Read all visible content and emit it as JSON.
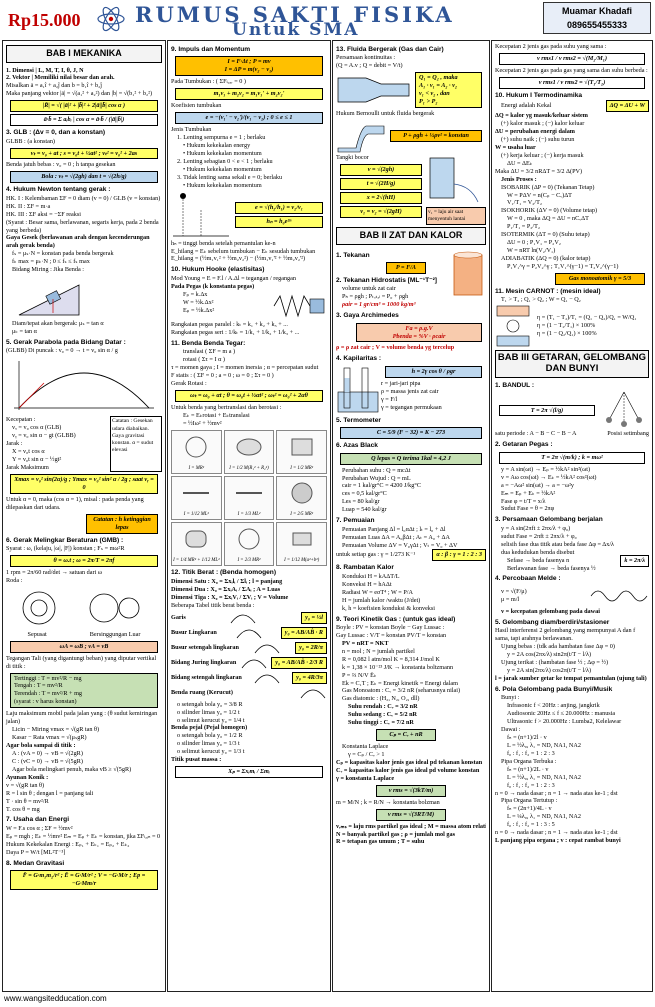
{
  "header": {
    "price": "Rp15.000",
    "title_line1": "RUMUS SAKTI FISIKA",
    "title_line2": "Untuk SMA",
    "author_name": "Muamar Khadafi",
    "author_phone": "089655455333"
  },
  "footer": {
    "website": "www.wangsitedducation.com"
  },
  "col1": {
    "chapter": "BAB I MEKANIKA",
    "lines": [
      "1. Dimensi | L, M, T, I, θ, J, N",
      "2. Vektor | Memiliki nilai besar dan arah.",
      "Misalkan  ā = a₁î + a₂ĵ  dan  b̄ = b₁î + b₂ĵ",
      "Maka panjang vektor |ā| = √(a₁² + a₂²)  dan  |b̄| = √(b₁² + b₂²)"
    ],
    "resultant": "|R̄| = √( |ā|² + |b̄|² + 2|ā||b̄| cos α )",
    "dot_product": "ā·b̄ = Σ aᵢbᵢ  |  cos α = ā·b̄ / (|ā||b̄|)",
    "glb_title": "3. GLB : (Δv = 0, dan a konstan)",
    "glbb_title": "GLBB : (a konstan)",
    "glbb_box": "vₜ = v₀ + at   ;   s = v₀t + ½at²   ;   vₜ² = v₀² + 2as",
    "free_fall": "Benda jatuh bebas :  v₀ = 0   ;   h   tanpa gesekan",
    "free_fall_box": "Bola : vₜ = √(2gh)  dan  t = √(2h/g)",
    "newton_title": "4. Hukum Newton tentang gerak :",
    "newton": [
      "HK. I : Kelembaman   ΣF = 0   diam (v = 0) / GLB (v = konstan)",
      "HK. II :  ΣF = m·a",
      "HK. III : ΣF aksi = −ΣF reaksi",
      "(Syarat : Besar sama, berlawanan, segaris kerja, pada 2 benda yang berbeda)"
    ],
    "friction_title": "Gaya Gesek (berlawanan arah dengan kecenderungan arah gerak benda)",
    "friction": [
      "fₛ = μₛ·N = konstan pada benda bergerak",
      "fₖ max = μₖ·N ;  0 ≤ fₛ ≤ fₛ max",
      "Bidang Miring :   Jika Benda :",
      "Diam/tepat akan bergerak: μₛ = tan α",
      "μₖ = tan α"
    ],
    "parabola_title": "5. Gerak Parabola pada Bidang Datar :",
    "parabola_intro": "(GLBB)   Di puncak :  v₀ = 0  →  t = v₀ sin α / g",
    "parabola_notes": [
      "Kecepatan :",
      "vₓ = v₀ cos α (GLB)",
      "vᵧ = v₀ sin α − gt  (GLBB)",
      "Jarak :",
      "X = v₀t cos α",
      "Y = v₀t sin α − ½gt²",
      "Jarak Maksimum"
    ],
    "catatan": "Catatan : Gesekan udara diabaikan. Gaya gravitasi konstan. α = sudut elevasi",
    "xmax_box": "Xmax = v₀² sin(2α)/g  ;  Ymax = v₀² sin² α / 2g  ;  saat vᵧ = 0",
    "parabola_extra": "Untuk α = 0, maka (cos α = 1), misal : pada penda yang dilepaskan dari udara.",
    "catatan2": "Catatan : h ketinggian lepas",
    "circular_title": "6. Gerak Melingkar Beraturan (GMB) :",
    "circular": "Syarat : ω, (kelaju, |ω|, |F|) konstan ;  Fₛ = mω²R",
    "circular_box": "θ = ω.t  ;  ω = 2π/T = 2πf",
    "rpm": "1 rpm = 2π/60 rad/det  →  satuan dari ω",
    "roda": "Roda :",
    "roda_labels": [
      "Sepusat",
      "Bersinggungan Luar"
    ],
    "roda_box": "ωA = ωB  ;  vA = vB",
    "tali_title": "Tegangan Tali (yang digantungi beban) yang diputar vertikal di titik :",
    "tali": [
      "Tertinggi : T = mv²/R − mg",
      "Tengah : T = mv²/R",
      "Terendah : T = mv²/R + mg",
      "(syarat : v harus konstan)"
    ],
    "jalan_title": "Laju maksimum mobil pada jalan yang : (θ sudut kemiringan jalan)",
    "jalan": [
      "Licin − Miring   vmax = √(gR tan θ)",
      "Kasar − Rata    vmax = √(μₛgR)"
    ],
    "bola_title": "Agar bola sampai di titik :",
    "bola": [
      "A : (vA = 0)  →  vB = √(2gR)",
      "C : (vC = 0)  →  vB = √(5gR)",
      "Agar bola melingkari penuh, maka vB ≥ √(5gR)"
    ],
    "ayunan_title": "Ayunan Konik :",
    "ayunan": [
      "v = √(gR tan θ)",
      "R = l sin θ ;  dengan l = panjang tali",
      "T · sin θ = mv²/R",
      "T. cos θ = mg"
    ],
    "usaha_title": "7. Usaha dan Energi",
    "usaha": [
      "W = F.s cos α ;   ΣF = ½mv²",
      "Eₚ = mgh ;  Eₖ = ½mv²   Eₘ = Eₚ + Eₖ = konstan, jika ΣFₗₐᵢₙ = 0",
      "Hukum Kekekalan Energi :  Eₚ₁ + Eₖ₁ = Eₚ₂ + Eₖ₂",
      "Daya  P = W/t   [ML²T⁻³]"
    ],
    "gravitasi_title": "8. Medan Gravitasi",
    "gravitasi_box": "F̄ = G·m₁m₂/r²   ;   Ē = G·M/r²   ;   V = −G·M/r   ;   Ep = −G·Mm/r"
  },
  "col2": {
    "impuls_title": "9. Impuls dan Momentum",
    "impuls_box": "I = F·Δt   ;   P = mv\nI = ΔP = m(v₂ − v₁)",
    "tumbukan": "Pada Tumbukan : ( ΣFₗᵤₐᵣ = 0 )",
    "tumbukan_box": "m₁v₁ + m₂v₂ = m₁v₁' + m₂v₂'",
    "koef": "Koefisien tumbukan",
    "koef_box": "e = −(v₁' − v₂')/(v₁ − v₂)  ;  0 ≤ e ≤ 1",
    "jenis": [
      "Jenis Tumbukan",
      "1. Lenting sempurna   e = 1 ;  berlaku",
      "• Hukum kekekalan energy",
      "• Hukum kekekalan momentum",
      "2. Lenting sebagian   0 < e < 1 ; berlaku",
      "• Hukum kekekalan momentum",
      "3. Tidak lenting sama sekali e = 0; berlaku",
      "• Hukum kekekalan momentum"
    ],
    "pantul_box": "e = √(h₂/h₁) = v₂/v₁",
    "pantul_box2": "hₙ = h₀e²ⁿ",
    "pantul_note": "hₙ = tinggi benda setelah pemantulan ke-n",
    "energi_lost": [
      "E_hilang = Eₖ sebelum tumbukan − Eₖ sesudah tumbukan",
      "E_hilang = (½m₁v₁² + ½m₂v₂²) − (½m₁v₁'² + ½m₂v₂'²)"
    ],
    "hooke_title": "10. Hukum Hooke (elastisitas)",
    "hooke": [
      "Mod Young = E = F.l / A.Δl  =  tegangan / regangan",
      "Pada Pegas  (k konstanta pegas)",
      "Fₚ = k.Δx",
      "W = ½k.Δx²",
      "Eₚ = ½k.Δx²",
      "Rangkaian pegas paralel :  kₜ = k₁ + k₂ + k₃ + ...",
      "Rangkaian pegas seri :  1/kₜ = 1/k₁ + 1/k₂ + 1/k₃ + ..."
    ],
    "tegar_title": "11. Benda Benda Tegar:",
    "tegar": [
      "translasi ( ΣF = m a )",
      "rotasi ( Στ = I α )",
      "τ = momen gaya  ;  I = momen inersia  ;  α = percepatan sudut",
      "F statis : ( ΣF = 0 ; a = 0 ; ω = 0 ; Στ = 0 )",
      "Gerak Rotasi :",
      "ωₜ = ω₀ + αt  ;  θ = ω₀t + ½αt²  ;  ωₜ² = ω₀² + 2αθ",
      "Untuk benda yang bertranslasi dan berotasi :",
      "Eₖ = Eₖrotasi + Eₖtranslasi",
      "= ½Iω² + ½mv²"
    ],
    "inertia": [
      "I = MR²",
      "I = 1/2 M(R₁² + R₂²)",
      "I = 1/2 MR²",
      "I = 1/12 ML²",
      "I = 1/3 ML²",
      "I = 2/5 MR²",
      "I = 1/4 MR² + 1/12 ML²",
      "I = 2/3 MR²",
      "I = 1/12 M(a²+b²)"
    ],
    "titik_title": "12. Titik Berat : (Benda homogen)",
    "titik": [
      "Dimensi Satu : X₀ = Σxᵢlᵢ / Σlᵢ   ;   l = panjang",
      "Dimensi Dua :  X₀ = ΣxᵢAᵢ / ΣAᵢ   ;   A = Luas",
      "Dimensi Tiga : X₀ = ΣxᵢVᵢ / ΣVᵢ   ;   V = Volume",
      "Beberapa Tabel titik berat benda :"
    ],
    "shapes": [
      {
        "name": "Garis",
        "formula": "y₀ = ½l"
      },
      {
        "name": "Busur Lingkaran",
        "formula": "y₀ = AB/AB̂ · R"
      },
      {
        "name": "Busur setengah lingkaran",
        "formula": "y₀ = 2R/π"
      },
      {
        "name": "Bidang Juring lingkaran",
        "formula": "y₀ = AB/AB̂ · 2/3 R"
      },
      {
        "name": "Bidang setengah lingkaran",
        "formula": "y₀ = 4R/3π"
      },
      {
        "name": "Benda ruang (Kerucut)",
        "formula": ""
      }
    ],
    "ruang": [
      "o setengah bola       y₀ = 3/8 R",
      "o silinder limas      y₀ = 1/2 t",
      "o selimut kerucut     y₀ = 1/4 t",
      "Benda pejal (Pejal homogen)",
      "o setengah bola       y₀ = 1/2 R",
      "o silinder limas      y₀ = 1/3 t",
      "o selimut kerucut     y₀ = 1/3 t",
      "Titik pusat massa :"
    ],
    "pusat_box": "Xₚ = Σxᵢmᵢ / Σmᵢ"
  },
  "col3": {
    "fluida_title": "13. Fluida Bergerak (Gas dan Cair)",
    "fluida": [
      "Persamaan kontinuitas :",
      "(Q = A.v   ;   Q = debit = V/t)"
    ],
    "kontinu_box": "Q₁ = Q₂ , maka\nA₁ · v₁ = A₂ · v₂\nv₁ < v₂ , dan\nP₁ > P₂",
    "bernoulli_title": "Hukum Bernoulli untuk fluida bergerak",
    "bernoulli_box": "P + ρgh + ½ρv² = konstan",
    "tangki": [
      "Tangki bocor",
      "v = √(2gh)",
      "t = √(2H/g)",
      "x = 2√(hH)",
      "v₁ = v₂ = √(2gH)"
    ],
    "tangki_note": "v₁ = laju air saat menyentuh lantai",
    "chapter": "BAB II ZAT DAN KALOR",
    "tekanan_title": "1. Tekanan",
    "tekanan_box": "P = F/A",
    "hidro_title": "2. Tekanan Hidrostatis [ML⁻¹T⁻²]",
    "hidro": [
      "volume untuk zat cair",
      "Pₕ = ρgh  ;  Pₜₒₜₐₗ = P₀ + ρgh",
      "ρair = 1 gr/cm³ = 1000 kg/m³"
    ],
    "archi_title": "3. Gaya Archimedes",
    "archi_box": "Fa = ρ.g.V\nPbenda = %V · ρcair",
    "archi_note": "ρ = ρ zat cair ; V = volume benda yg tercelup",
    "kapiler_title": "4. Kapilaritas :",
    "kapiler_box": "h = 2γ cos θ / ρgr",
    "kapiler": [
      "r = jari-jari pipa",
      "ρ = massa jenis zat cair",
      "γ = F/l",
      "γ = tegangan permukaan"
    ],
    "termo_title": "5. Termometer",
    "termo_box": "C = 5/9 (F − 32) = K − 273",
    "azas_title": "6. Azas Black",
    "azas_box": "Q lepas = Q terima        1kal = 4,2 J",
    "azas": [
      "Perubahan suhu : Q = mcΔt",
      "Perubahan Wujud : Q = mL",
      "cair = 1 kal/gr°C = 4200 J/kg°C",
      "ces = 0,5 kal/gr°C",
      "Les = 80 kal/gr",
      "Luap = 540 kal/gr"
    ],
    "muai_title": "7. Pemuaian",
    "muai": [
      "Pemuaian Panjang  Δl = l₀αΔt  ;  lₜ = l₀ + Δl",
      "Pemuaian Luas  ΔA = A₀βΔt  ;  Aₜ = A₀ + ΔA",
      "Pemuaian Volume  ΔV = V₀γΔt  ;  Vₜ = V₀ + ΔV",
      "untuk setiap gas : γ = 1/273 K⁻¹"
    ],
    "muai_box": "α : β : γ = 1 : 2 : 3",
    "rambat_title": "8. Rambatan Kalor",
    "rambat": [
      "Konduksi  H = kAΔT/L",
      "Konveksi  H = hAΔt",
      "Radiasi   W = eσT⁴  ;  W = P/A",
      "H = jumlah kalor /waktu (J/det)",
      "k, h = koefisien konduksi & konveksi"
    ],
    "gas_title": "9. Teori Kinetik Gas : (untuk gas ideal)",
    "gas": [
      "Boyle : PV = konstan   Boyle − Gay Lussac :",
      "Gay Lussac : V/T = konstan   PV/T = konstan",
      "PV = nRT = NKT",
      "n = mol  ;  N = jumlah partikel",
      "R = 0,082 l atm/mol K = 8,314 J/mol K",
      "k = 1,38 × 10⁻²³ J/K → konstanta boltzmann",
      "P = ⅔ N/V Ēₖ",
      "Ek = C₁T ; Eₖ = Energi kinetik = Energi dalam",
      "Gas Monoatom :  Cᵥ = 3/2 nR  (seharusnya nilai)",
      "Gas diatomic : (H₂, N₂, O₂, dll)",
      "Suhu rendah : Cᵥ = 3/2 nR",
      "Suhu sedang : Cᵥ = 5/2 nR",
      "Suhu tinggi : Cᵥ = 7/2 nR"
    ],
    "cp_box": "Cₚ = Cᵥ + nR",
    "laplace": [
      "Konstanta Laplace",
      "γ = Cₚ / Cᵥ > 1",
      "Cₚ = kapasitas kalor jenis gas ideal pd tekanan konstan",
      "Cᵥ = kapasitas kalor jenis gas ideal pd volume konstan",
      "γ = konstanta Laplace"
    ],
    "vrms_box": "v rms = √(3kT/m)",
    "vrms2_box": "v rms = √(3RT/M)",
    "vrms_line": "m = M/N    ;  k = R/N → konstanta bolzman",
    "vrms_notes": [
      "vᵣₘₛ = laju rms partikel gas ideal ; M = massa atom relatif",
      "N = banyak partikel gas  ;  ρ = jumlah mol gas",
      "R = tetapan gas umum   ;  T = suhu"
    ]
  },
  "col4": {
    "kec1": "Kecepatan 2 jenis gas pada suhu yang sama :",
    "kec1_box": "v rms1 / v rms2 = √(M₂/M₁)",
    "kec2": "Kecepatan 2 jenis gas pada gas yang sama dan suhu berbeda :",
    "kec2_box": "v rms1 / v rms2 = √(T₁/T₂)",
    "termodin_title": "10. Hukum I Termodinamika",
    "termodin_box": "ΔQ = ΔU + W",
    "termodin": [
      "Energi adalah Kekal",
      "ΔQ = kalor yg masuk/keluar sistem",
      "(+) kalor masuk ;  (−) kalor keluar",
      "ΔU = perubahan energi dalam",
      "(+) suhu naik  ;  (−) suhu turun",
      "W = usaha luar",
      "(+) kerja keluar ; (−) kerja masuk",
      "ΔU = ΔEₖ",
      "Maka ΔU = 3/2 nRΔT = 3/2 Δ(PV)",
      "Jenis Proses :",
      "ISOBARIK (ΔP = 0) (Tekanan Tetap)",
      "W = PΔV = n(Cₚ − Cᵥ)ΔT",
      "V₁/T₁ = V₂/T₂",
      "ISOKHORIK (ΔV = 0) (Volume tetap)",
      "W = 0 , maka  ΔQ = ΔU = nCᵥΔT",
      "P₁/T₁ = P₂/T₂",
      "ISOTERMIK (ΔT = 0) (Suhu tetap)",
      "ΔU = 0  ;  P₁V₁ = P₂V₂",
      "W = nRT ln(V₂/V₁)",
      "ADIABATIK (ΔQ = 0) (kalor tetap)",
      "P₁V₁^γ = P₂V₂^γ  ;  T₁V₁^(γ−1) = T₂V₂^(γ−1)"
    ],
    "termo_box2": "Gas monoatomik γ = 5/3",
    "carnot_title": "11. Mesin CARNOT : (mesin ideal)",
    "carnot": [
      "T₁ > T₂  ;  Q₁ > Q₂  ;  W = Q₁ − Q₂",
      "η = (T₁ − T₂)/T₁ = (Q₁ − Q₂)/Q₁ = W/Q₁",
      "η = (1 − T₂/T₁) × 100%",
      "η = (1 − Q₂/Q₁) × 100%"
    ],
    "chapter": "BAB III GETARAN, GELOMBANG DAN BUNYI",
    "bandul_title": "1. BANDUL :",
    "bandul_box": "T = 2π √(l/g)",
    "bandul_note": "satu periode : A − B − C − B − A",
    "bandul_label": "Posisi setimbang",
    "pegas_title": "2. Getaran Pegas :",
    "pegas_box": "T = 2π √(m/k)   ;   k = mω²",
    "getaran": [
      "y = A sin(ωt)  →  Eₚ = ½kA² sin²(ωt)",
      "v = Aω cos(ωt) → Eₖ = ½kA² cos²(ωt)",
      "a = −Aω² sin(ωt) → a = −ω²y",
      "Eₘ = Eₚ + Eₖ = ½kA²",
      "Fase  φ = t/T = x/λ",
      "Sudut Fase  = θ = 2πφ"
    ],
    "gel_title": "3. Persamaan Gelombang berjalan",
    "gel": [
      "y = A sin(2πft ± 2πx/λ + φ₀)",
      "sudut Fase = 2πft ± 2πx/λ + φ₀",
      "selisih fase dua titik atau beda fase  Δφ = Δx/λ",
      "dua kedudukan benda disebut",
      "Sefase → beda fasenya n",
      "Berlawanan fase → beda fasenya ½"
    ],
    "gel_box": "k = 2π/λ",
    "melde_title": "4. Percobaan Melde :",
    "melde": [
      "v = √(F/μ)",
      "μ = m/l",
      "v = kecepatan gelombang pada dawai"
    ],
    "stas_title": "5. Gelombang diam/berdiri/stasioner",
    "stas": [
      "Hasil interferensi 2 gelombang yang mempunyai A dan f sama, tapi arahnya berlawanan.",
      "Ujung bebas : (tdk ada hambatan fase Δφ = 0)",
      "y = 2A cos(2πx/λ) sin2π(t/T − l/λ)",
      "Ujung terikat : (hambatan fase ½ ; Δφ = ½)",
      "y = 2A sin(2πx/λ) cos2π(t/T − l/λ)",
      "l = jarak sumber getar ke tempat pemantulan (ujung tali)"
    ],
    "bunyi_title": "6. Pola Gelombang pada Bunyi/Musik",
    "bunyi": [
      "Bunyi :",
      "Infrasonic f < 20Hz : anjing, jangkrik",
      "Audiosonic 20Hz ≤ f ≤ 20.000Hz : manusia",
      "Ultrasonic f > 20.000Hz : Lumba2, Kelelawar",
      "Dawai :"
    ],
    "dawai": [
      "fₙ = (n+1)/2l · v",
      "L = ½λ₀, λ₁ = ND, NA1, NA2",
      "f₀ : f₁ : f₂ = 1 : 2 : 3",
      "Pipa Organa Terbuka :",
      "fₙ = (n+1)/2L · v",
      "L = ½λ₀, λ₁ = ND, NA1, NA2",
      "f₀ : f₁ : f₂ = 1 : 2 : 3",
      "n = 0 → nada dasar ; n = 1 → nada atas ke-1 ; dst",
      "Pipa Organa Tertutup :",
      "fₙ = (2n+1)/4L · v",
      "L = ¼λ₀, λ₁ = ND, NA1, NA2",
      "f₀ : f₁ : f₂ = 1 : 3 : 5",
      "n = 0 → nada dasar ; n = 1 → nada atas ke-1 ; dst",
      "L panjang pipa organa ;  v : cepat rambat bunyi"
    ]
  },
  "colors": {
    "title_blue": "#2f5597",
    "price_red": "#c00000",
    "yellow": "#ffff66",
    "orange": "#ffc000"
  }
}
